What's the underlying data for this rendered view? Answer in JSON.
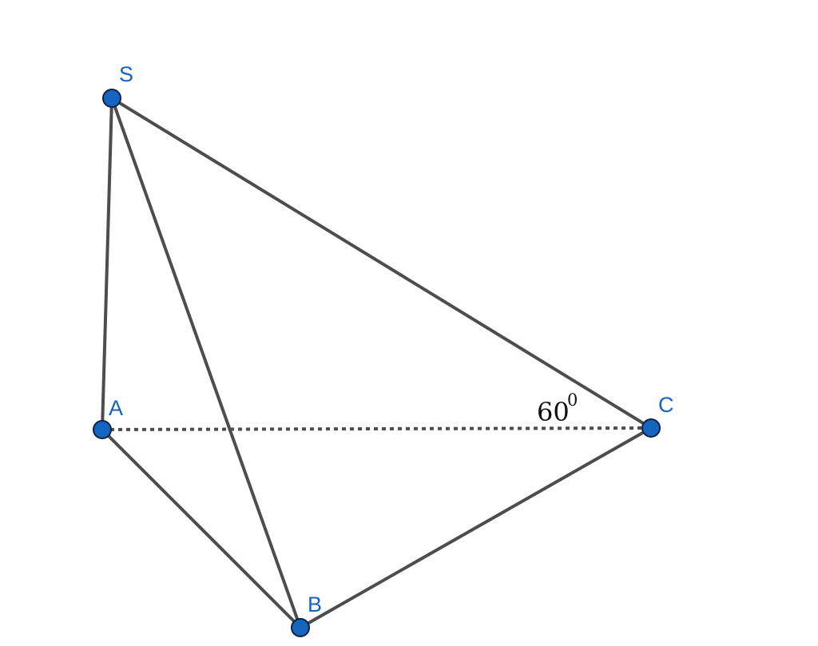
{
  "diagram": {
    "title": "Pyramid S.ABC",
    "points": [
      {
        "id": "S",
        "label": "S"
      },
      {
        "id": "A",
        "label": "A"
      },
      {
        "id": "B",
        "label": "B"
      },
      {
        "id": "C",
        "label": "C"
      }
    ],
    "edges": [
      {
        "from": "S",
        "to": "A",
        "style": "solid"
      },
      {
        "from": "S",
        "to": "B",
        "style": "solid"
      },
      {
        "from": "S",
        "to": "C",
        "style": "solid"
      },
      {
        "from": "A",
        "to": "B",
        "style": "solid"
      },
      {
        "from": "B",
        "to": "C",
        "style": "solid"
      },
      {
        "from": "A",
        "to": "C",
        "style": "dotted"
      }
    ],
    "angle_label": {
      "base": "60",
      "exponent": "0",
      "at": "C"
    },
    "colors": {
      "point": "#1565c0",
      "edge": "#4d4d4d",
      "label": "#1565c0"
    }
  }
}
